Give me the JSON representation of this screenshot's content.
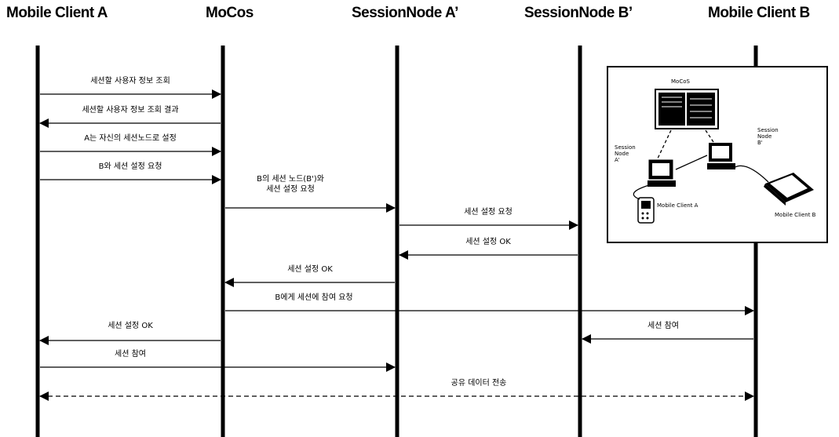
{
  "actors": {
    "a": "Mobile Client A",
    "b": "MoCos",
    "c": "SessionNode A’",
    "d": "SessionNode B’",
    "e": "Mobile Client B"
  },
  "messages": [
    {
      "label": "세션할 사용자 정보 조회",
      "from": "Mobile Client A",
      "to": "MoCos"
    },
    {
      "label": "세션할 사용자 정보 조회 결과",
      "from": "MoCos",
      "to": "Mobile Client A"
    },
    {
      "label": "A는 자신의 세션노드로 설정",
      "from": "Mobile Client A",
      "to": "MoCos"
    },
    {
      "label": "B와 세션 설정 요청",
      "from": "Mobile Client A",
      "to": "MoCos"
    },
    {
      "label": "B의 세션 노드(B')와\n세션 설정 요청",
      "from": "MoCos",
      "to": "SessionNode A’"
    },
    {
      "label": "세션 설정 요청",
      "from": "SessionNode A’",
      "to": "SessionNode B’"
    },
    {
      "label": "세션 설정 OK",
      "from": "SessionNode B’",
      "to": "SessionNode A’"
    },
    {
      "label": "세션 설정 OK",
      "from": "SessionNode A’",
      "to": "MoCos"
    },
    {
      "label": "B에게 세션에 참여 요청",
      "from": "MoCos",
      "to": "Mobile Client B"
    },
    {
      "label": "세션 참여",
      "from": "Mobile Client B",
      "to": "SessionNode B’"
    },
    {
      "label": "세션 설정 OK",
      "from": "MoCos",
      "to": "Mobile Client A"
    },
    {
      "label": "세션 참여",
      "from": "Mobile Client A",
      "to": "SessionNode A’"
    },
    {
      "label": "공유 데이터 전송",
      "from": "Mobile Client A",
      "to": "Mobile Client B",
      "style": "dashed-bidirectional"
    }
  ],
  "inset": {
    "labels": {
      "mocos": "MoCoS",
      "node_a": "Session\nNode\nA'",
      "node_b": "Session\nNode\nB'",
      "client_a": "Mobile Client A",
      "client_b": "Mobile Client B"
    }
  }
}
